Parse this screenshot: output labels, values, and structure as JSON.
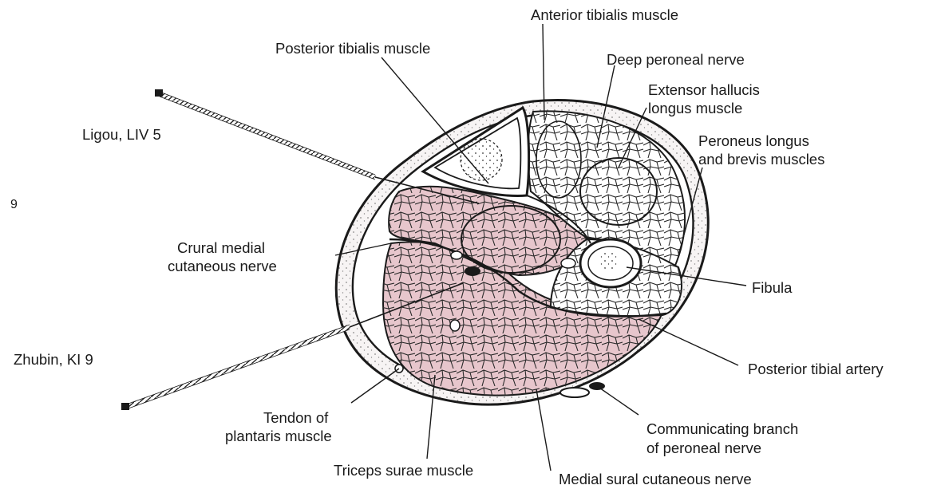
{
  "page_number": "9",
  "labels": {
    "anterior_tibialis": "Anterior tibialis muscle",
    "posterior_tibialis": "Posterior tibialis muscle",
    "deep_peroneal": "Deep peroneal nerve",
    "extensor_hallucis_1": "Extensor hallucis",
    "extensor_hallucis_2": "longus muscle",
    "peroneus_1": "Peroneus longus",
    "peroneus_2": "and brevis muscles",
    "ligou": "Ligou, LIV 5",
    "crural_1": "Crural medial",
    "crural_2": "cutaneous nerve",
    "fibula": "Fibula",
    "zhubin": "Zhubin, KI 9",
    "posterior_artery": "Posterior tibial artery",
    "plantaris_1": "Tendon of",
    "plantaris_2": "plantaris muscle",
    "communicating_1": "Communicating branch",
    "communicating_2": "of peroneal nerve",
    "triceps": "Triceps surae muscle",
    "medial_sural": "Medial sural cutaneous nerve"
  },
  "colors": {
    "muscle_fill": "#e7c6cc",
    "line": "#1a1a1a",
    "background": "#ffffff"
  }
}
